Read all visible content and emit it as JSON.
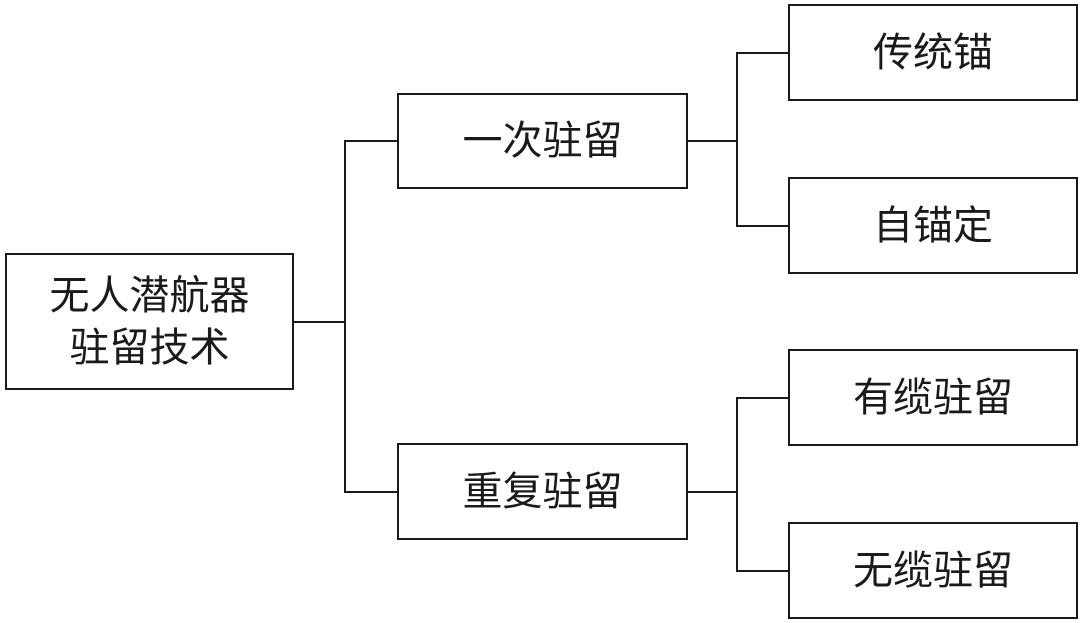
{
  "root": {
    "lines": [
      "无人潜航器",
      "驻留技术"
    ]
  },
  "branches": [
    {
      "label": "一次驻留",
      "children": [
        "传统锚",
        "自锚定"
      ]
    },
    {
      "label": "重复驻留",
      "children": [
        "有缆驻留",
        "无缆驻留"
      ]
    }
  ]
}
